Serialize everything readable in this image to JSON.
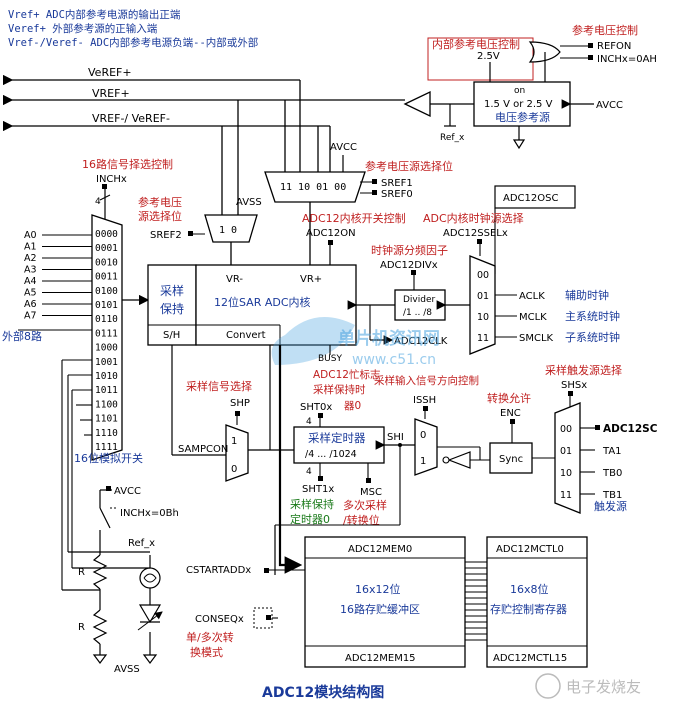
{
  "notes": {
    "line1": "Vref+ ADC内部参考电源的输出正端",
    "line2": "Veref+ 外部参考源的正输入端",
    "line3": "Vref-/Veref- ADC内部参考电源负端--内部或外部"
  },
  "ref_control": {
    "title": "参考电压控制",
    "internal_switch": "内部参考电压控制",
    "voltage_2_5": "2.5V",
    "refon": "REFON",
    "inchx": "INCHx=0AH",
    "ref_box_on": "on",
    "ref_box_values": "1.5 V or 2.5 V",
    "ref_box_label": "电压参考源",
    "avcc": "AVCC",
    "ref_x": "Ref_x"
  },
  "rails": {
    "veref_plus": "VeREF+",
    "vref_plus": "VREF+",
    "vref_minus": "VREF-/ VeREF-"
  },
  "ref_select": {
    "avcc": "AVCC",
    "title": "参考电压源选择位",
    "codes": "11  10  01  00",
    "sref1": "SREF1",
    "sref0": "SREF0"
  },
  "input_mux": {
    "title": "16路信号择选控制",
    "inchx": "INCHx",
    "bus_width": "4",
    "inputs": [
      "A0",
      "A1",
      "A2",
      "A3",
      "A4",
      "A5",
      "A6",
      "A7"
    ],
    "codes": [
      "0000",
      "0001",
      "0010",
      "0011",
      "0100",
      "0101",
      "0110",
      "0111",
      "1000",
      "1001",
      "1010",
      "1011",
      "1100",
      "1101",
      "1110",
      "1111"
    ],
    "ext_label": "外部8路",
    "bottom_label": "16位模拟开关"
  },
  "sref2": {
    "title_line1": "参考电压",
    "title_line2": "源选择位",
    "label": "SREF2",
    "avss": "AVSS",
    "codes": "1    0"
  },
  "core": {
    "sample_hold_line1": "采样",
    "sample_hold_line2": "保持",
    "sh": "S/H",
    "vr_minus": "VR-",
    "vr_plus": "VR+",
    "core_label": "12位SAR ADC内核",
    "convert": "Convert",
    "on_ctrl": "ADC12内核开关控制",
    "adc12on": "ADC12ON"
  },
  "clock": {
    "osc": "ADC12OSC",
    "sel_title": "ADC内核时钟源选择",
    "ssel": "ADC12SSELx",
    "div_title": "时钟源分频因子",
    "divx": "ADC12DIVx",
    "divider": "Divider",
    "divider_vals": "/1 .. /8",
    "adc12clk": "ADC12CLK",
    "mux_codes": [
      "00",
      "01",
      "10",
      "11"
    ],
    "sources": [
      "ACLK",
      "MCLK",
      "SMCLK"
    ],
    "source_labels": [
      "辅助时钟",
      "主系统时钟",
      "子系统时钟"
    ]
  },
  "timing": {
    "busy": "BUSY",
    "busy_note_line1": "ADC12忙标志",
    "busy_note_line2": "采样保持时",
    "busy_note_line3": "器0",
    "dir_title": "采样输入信号方向控制",
    "shp_title": "采样信号选择",
    "shp": "SHP",
    "sampcon": "SAMPCON",
    "sht0x": "SHT0x",
    "timer_title": "采样定时器",
    "timer_vals": "/4 ... /1024",
    "sht1x": "SHT1x",
    "sht_note_line1": "采样保持",
    "sht_note_line2": "定时器0",
    "msc": "MSC",
    "msc_note_line1": "多次采样",
    "msc_note_line2": "/转换位",
    "shi": "SHI",
    "issh": "ISSH",
    "enc_title": "转换允许",
    "enc": "ENC",
    "sync": "Sync",
    "four": "4"
  },
  "trigger": {
    "title": "采样触发源选择",
    "shsx": "SHSx",
    "codes": [
      "00",
      "01",
      "10",
      "11"
    ],
    "sources": [
      "ADC12SC",
      "TA1",
      "TB0",
      "TB1"
    ],
    "bottom_label": "触发源"
  },
  "temp": {
    "avcc": "AVCC",
    "inchx": "INCHx=0Bh",
    "ref_x": "Ref_x",
    "r1": "R",
    "r2": "R",
    "avss": "AVSS"
  },
  "memory": {
    "mem0": "ADC12MEM0",
    "mem_desc1": "16x12位",
    "mem_desc2": "16路存贮缓冲区",
    "mem15": "ADC12MEM15",
    "mctl0": "ADC12MCTL0",
    "mctl_desc1": "16x8位",
    "mctl_desc2": "存贮控制寄存器",
    "mctl15": "ADC12MCTL15",
    "cstart": "CSTARTADDx",
    "conseq": "CONSEQx",
    "conseq_note_line1": "单/多次转",
    "conseq_note_line2": "换模式"
  },
  "caption": "ADC12模块结构图",
  "watermark": {
    "text1": "单片机资讯网",
    "text2": "www.c51.cn",
    "footer": "电子发烧友"
  }
}
